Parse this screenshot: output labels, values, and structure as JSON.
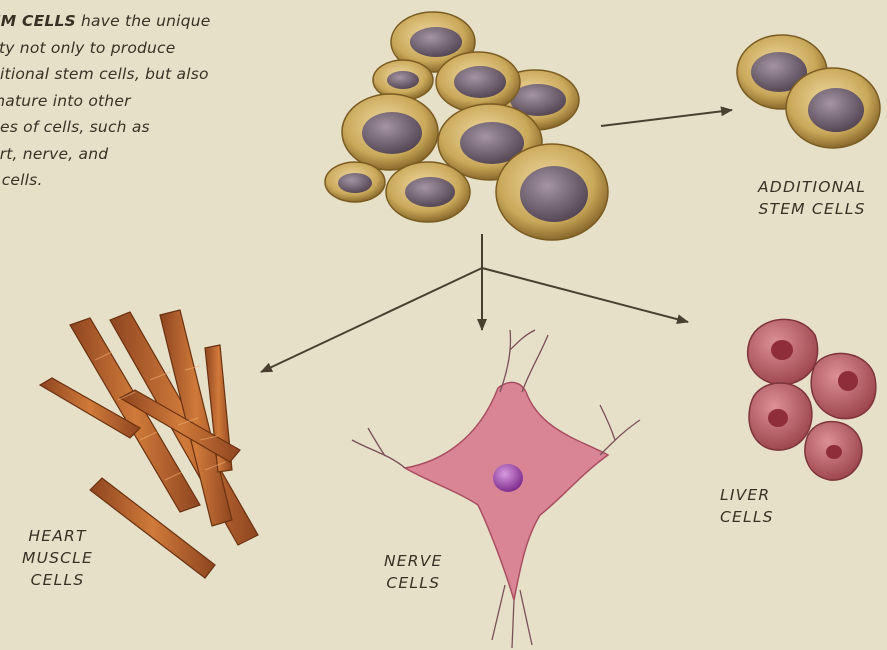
{
  "intro": {
    "lines": [
      {
        "bold": "EM CELLS",
        "rest": " have the unique"
      },
      {
        "bold": "",
        "rest": "lity not only to produce"
      },
      {
        "bold": "",
        "rest": "ditional stem cells, but also"
      },
      {
        "bold": "",
        "rest": "mature into other"
      },
      {
        "bold": "",
        "rest": "pes of cells, such as"
      },
      {
        "bold": "",
        "rest": "art, nerve, and"
      },
      {
        "bold": "",
        "rest": "r cells."
      }
    ]
  },
  "labels": {
    "additional": [
      "ADDITIONAL",
      "STEM CELLS"
    ],
    "heart": [
      "HEART",
      "MUSCLE",
      "CELLS"
    ],
    "nerve": [
      "NERVE",
      "CELLS"
    ],
    "liver": [
      "LIVER",
      "CELLS"
    ]
  },
  "colors": {
    "background": "#e7e0c8",
    "stem_outer": "#c9a85a",
    "stem_nucleus": "#6a5d6f",
    "muscle": "#b8612b",
    "nerve": "#d77a8a",
    "nerve_nucleus": "#9a45a8",
    "liver": "#b05a60",
    "arrow": "#4a4030",
    "text": "#3a3024"
  }
}
